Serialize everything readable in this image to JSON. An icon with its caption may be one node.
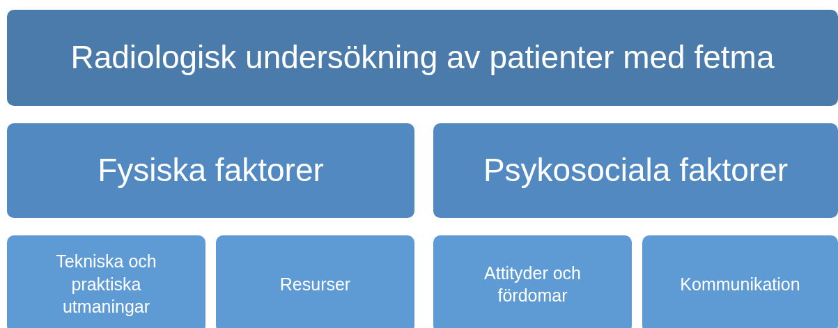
{
  "diagram": {
    "nodes": [
      {
        "text": [
          "Radiologisk undersökning av patienter med fetma"
        ]
      },
      {
        "text": [
          "Fysiska faktorer"
        ]
      },
      {
        "text": [
          "Psykosociala faktorer"
        ]
      },
      {
        "text": [
          "Tekniska och praktiska utmaningar"
        ]
      },
      {
        "text": [
          "Resurser"
        ]
      },
      {
        "text": [
          "Attityder och fördomar"
        ]
      },
      {
        "text": [
          "Kommunikation"
        ]
      }
    ]
  }
}
